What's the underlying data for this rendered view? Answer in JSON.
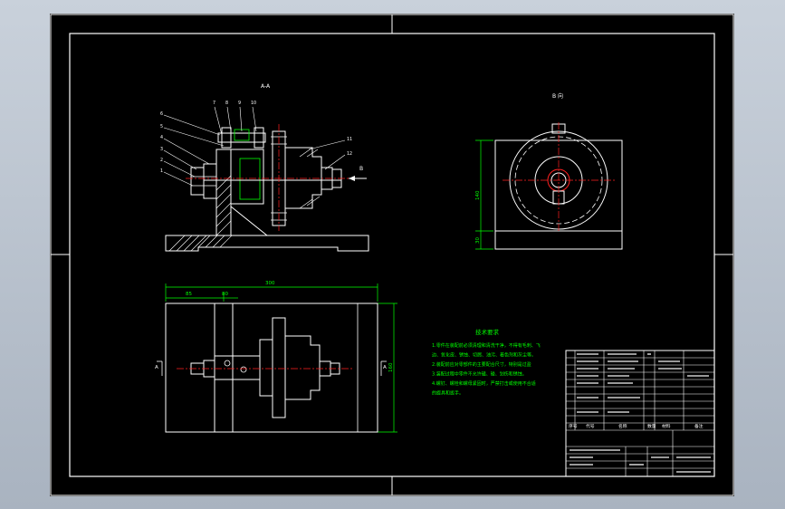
{
  "colors": {
    "background": "#000000",
    "frame": "#ffffff",
    "part": "#ffffff",
    "dimension": "#00ff00",
    "centerline": "#ff2020",
    "leader": "#ffffff",
    "note_text": "#00ff00",
    "title_block_text": "#ffffff"
  },
  "views": {
    "section_label": "A-A",
    "direction_label": "B 向",
    "arrow_label": "B"
  },
  "balloons": [
    "7",
    "8",
    "9",
    "10",
    "6",
    "5",
    "4",
    "3",
    "2",
    "1",
    "11",
    "12"
  ],
  "dimensions": {
    "plan_width": "300",
    "plan_left": "85",
    "plan_mid": "80",
    "plan_height": "160",
    "side_height": "140",
    "side_base": "30"
  },
  "plan_label": "A",
  "tech_notes": {
    "title": "技术要求",
    "lines": [
      "1.零件在装配前必须清理和清洗干净，不得有毛刺、飞",
      "边、氧化皮、锈蚀、切屑、油污、着色剂和灰尘等。",
      "2.装配前应对零部件的主要配合尺寸，特别是过盈",
      "3.装配过程中零件不允许磕、碰、划伤和锈蚀。",
      "4.螺钉、螺栓和螺母紧固时，严禁打击或使用不合适",
      "的旋具和扳手。"
    ]
  },
  "title_block": {
    "headers": [
      "序号",
      "代号",
      "名称",
      "数量",
      "材料",
      "备注"
    ]
  }
}
